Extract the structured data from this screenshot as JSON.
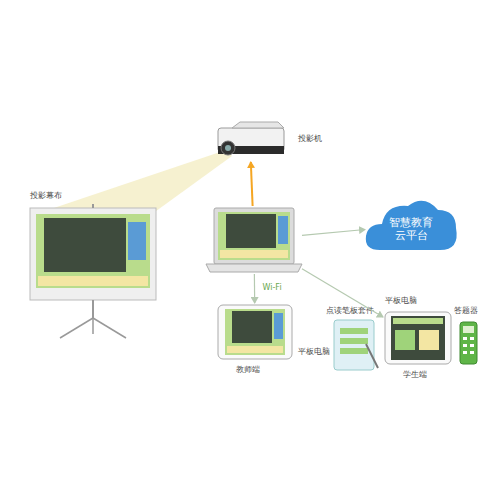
{
  "diagram": {
    "nodes": [
      {
        "text": [
          "投影机"
        ]
      },
      {
        "text": [
          "投影幕布"
        ]
      },
      {
        "text": []
      },
      {
        "text": [
          "智慧教育 云平台"
        ]
      },
      {
        "text": [
          "教师端",
          "平板电脑"
        ]
      },
      {
        "text": [
          "点读笔板套件"
        ]
      },
      {
        "text": [
          "平板电脑",
          "学生端"
        ]
      },
      {
        "text": [
          "答题器"
        ]
      }
    ],
    "edges": [
      {
        "from": 2,
        "to": 0,
        "arrow": "to"
      },
      {
        "from": 2,
        "to": 3,
        "arrow": "to"
      },
      {
        "from": 2,
        "to": 4,
        "label": "Wi-Fi",
        "arrow": "to"
      },
      {
        "from": 2,
        "to": 6,
        "arrow": "to"
      }
    ]
  }
}
